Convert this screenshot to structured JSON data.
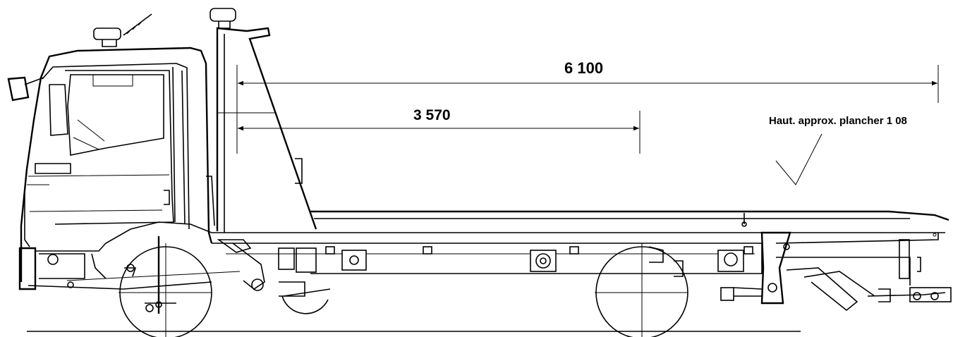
{
  "dimensions": {
    "overall_length": "6 100",
    "inner_length": "3 570"
  },
  "deck_height_note": "Haut. approx. plancher 1 08",
  "icons": {
    "truck": "tow-truck-side-view",
    "arrows": "dimension-arrow"
  }
}
